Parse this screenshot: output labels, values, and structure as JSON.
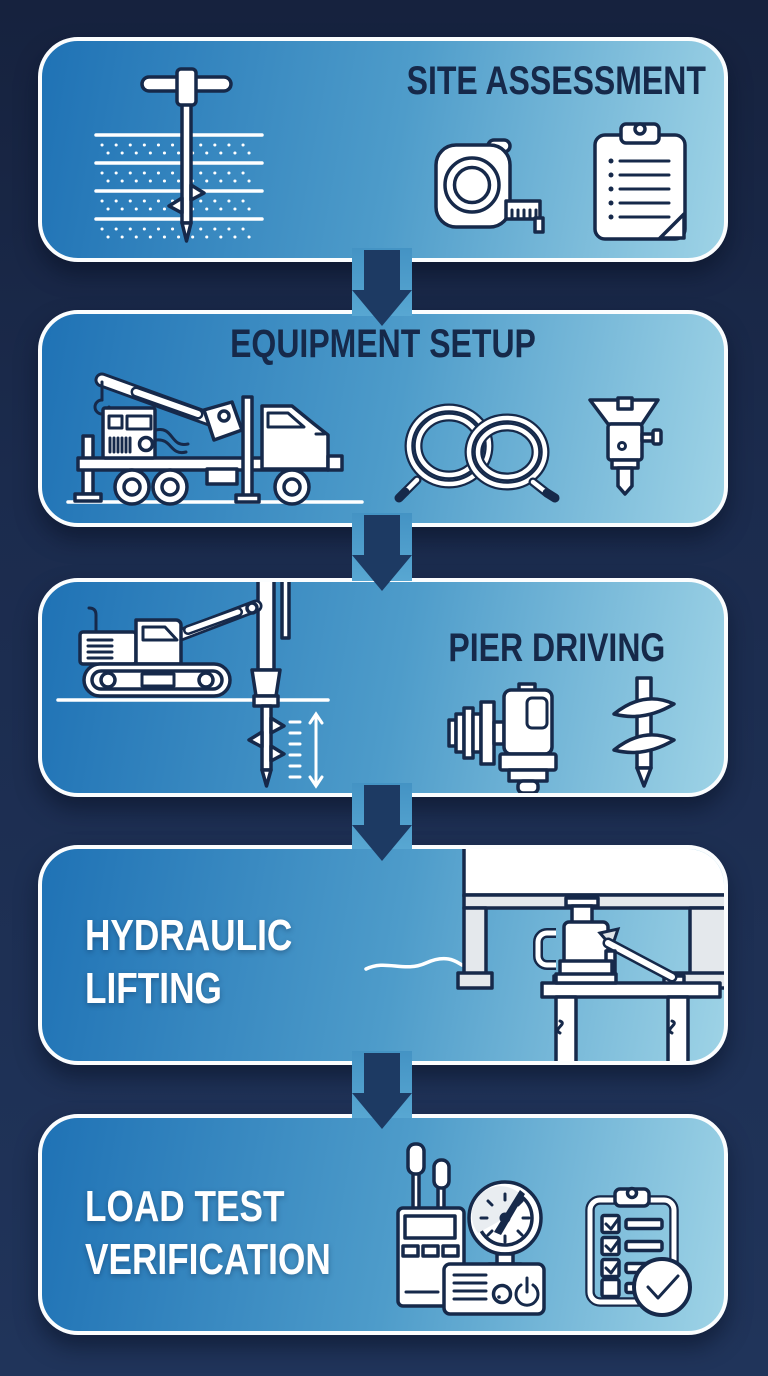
{
  "infographic": {
    "background_color": "#1b2b4d",
    "card_gradient_start": "#1f72b5",
    "card_gradient_end": "#9ed3e6",
    "card_border_color": "#ffffff",
    "arrow_color": "#1d3a63",
    "title_color_dark": "#16294a",
    "title_color_light": "#ffffff",
    "steps": [
      {
        "title": "SITE ASSESSMENT",
        "icons": [
          "soil-probe-icon",
          "measuring-tape-icon",
          "clipboard-icon"
        ]
      },
      {
        "title": "EQUIPMENT SETUP",
        "icons": [
          "crane-truck-icon",
          "hydraulic-hoses-icon",
          "hydraulic-breaker-icon"
        ]
      },
      {
        "title": "PIER DRIVING",
        "icons": [
          "drill-rig-icon",
          "drive-head-icon",
          "helical-pier-icon"
        ]
      },
      {
        "title_line1": "HYDRAULIC",
        "title_line2": "LIFTING",
        "icons": [
          "foundation-jack-illustration"
        ]
      },
      {
        "title_line1": "LOAD TEST",
        "title_line2": "VERIFICATION",
        "icons": [
          "load-meter-gauge-icon",
          "checklist-check-icon"
        ]
      }
    ]
  }
}
